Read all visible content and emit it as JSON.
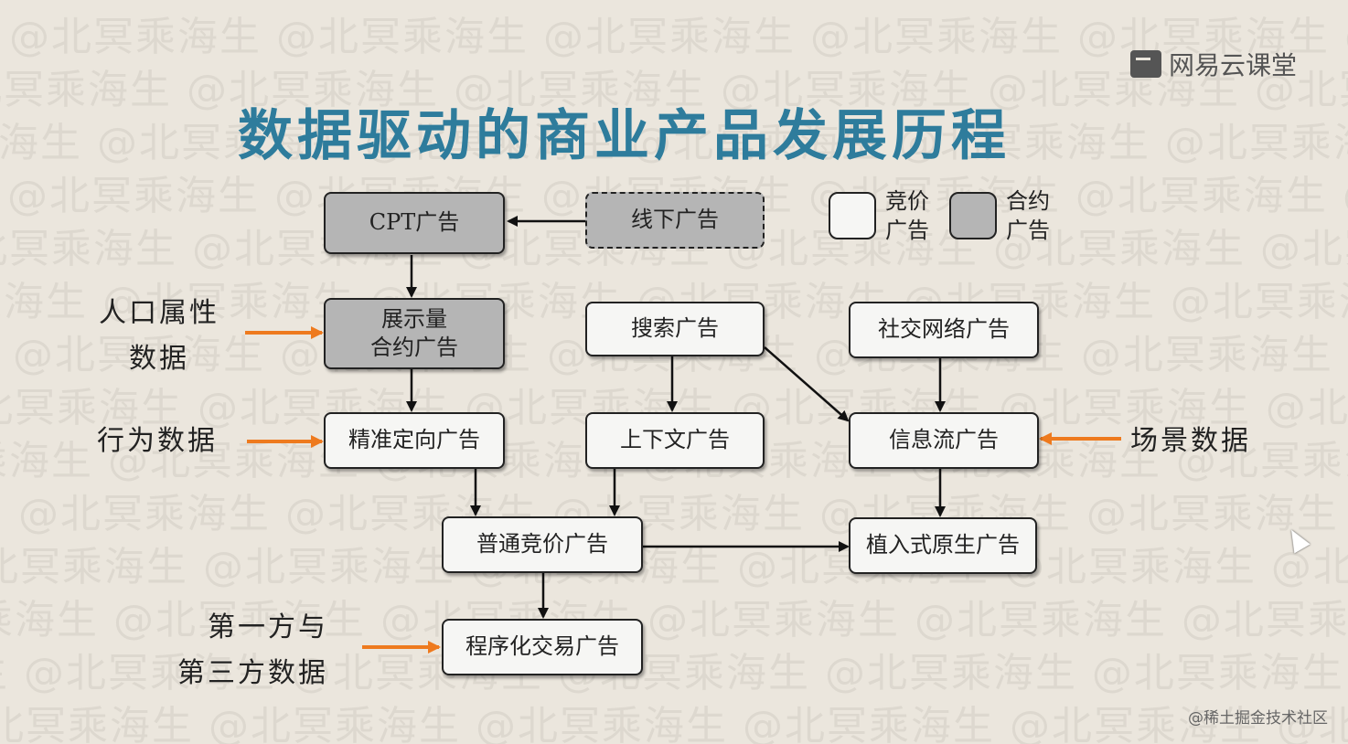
{
  "watermark_text": "@北冥乘海生",
  "logo": {
    "icon": "chat-bubble-icon",
    "text": "网易云课堂"
  },
  "title": "数据驱动的商业产品发展历程",
  "legend": {
    "bidding": [
      "竞价",
      "广告"
    ],
    "contract": [
      "合约",
      "广告"
    ]
  },
  "nodes": {
    "cpt": "CPT广告",
    "offline": "线下广告",
    "impression_contract": [
      "展示量",
      "合约广告"
    ],
    "targeted": "精准定向广告",
    "search": "搜索广告",
    "contextual": "上下文广告",
    "social": "社交网络广告",
    "feed": "信息流广告",
    "generic_bidding": "普通竞价广告",
    "native": "植入式原生广告",
    "programmatic": "程序化交易广告"
  },
  "inputs": {
    "demographic": [
      "人口属性",
      "数据"
    ],
    "behavioral": "行为数据",
    "scene": "场景数据",
    "first_third_party": [
      "第一方与",
      "第三方数据"
    ]
  },
  "colors": {
    "title": "#2e7c9c",
    "gray_node": "#b5b5b5",
    "white_node": "#f6f6f4",
    "input_arrow": "#ee7a1e",
    "background": "#ebe6dd"
  },
  "footer": "@稀土掘金技术社区"
}
